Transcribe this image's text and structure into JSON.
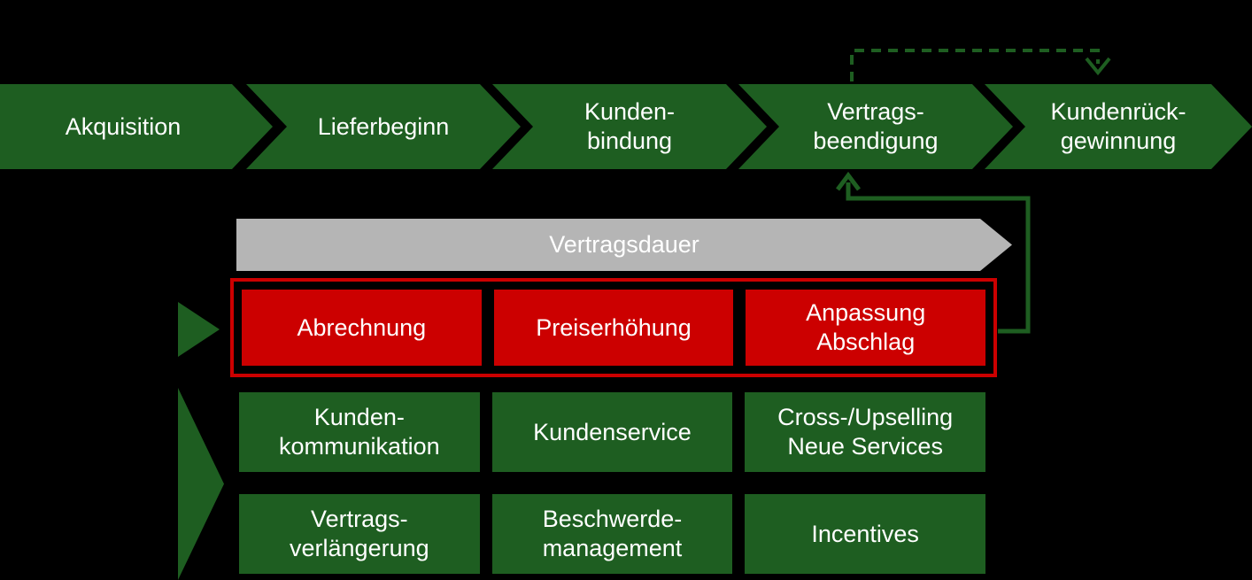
{
  "colors": {
    "background": "#000000",
    "green": "#1e5e21",
    "red": "#cc0000",
    "gray": "#b5b5b5",
    "text": "#ffffff"
  },
  "process_steps": [
    {
      "label": "Akquisition"
    },
    {
      "label": "Lieferbeginn"
    },
    {
      "label": "Kunden-\nbindung"
    },
    {
      "label": "Vertrags-\nbeendigung"
    },
    {
      "label": "Kundenrück-\ngewinnung"
    }
  ],
  "duration_bar": {
    "label": "Vertragsdauer"
  },
  "critical_boxes": [
    {
      "label": "Abrechnung"
    },
    {
      "label": "Preiserhöhung"
    },
    {
      "label": "Anpassung\nAbschlag"
    }
  ],
  "activity_rows": [
    [
      {
        "label": "Kunden-\nkommunikation"
      },
      {
        "label": "Kundenservice"
      },
      {
        "label": "Cross-/Upselling\nNeue Services"
      }
    ],
    [
      {
        "label": "Vertrags-\nverlängerung"
      },
      {
        "label": "Beschwerde-\nmanagement"
      },
      {
        "label": "Incentives"
      }
    ]
  ]
}
